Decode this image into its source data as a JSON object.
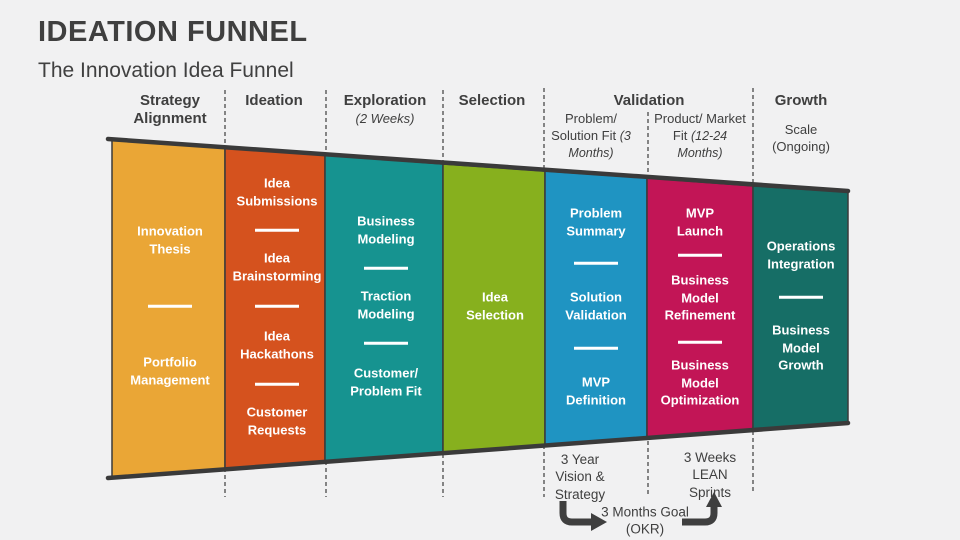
{
  "slide": {
    "title": "IDEATION FUNNEL",
    "subtitle": "The Innovation Idea Funnel"
  },
  "funnel": {
    "edge_color": "#3A3A3A",
    "columns": [
      {
        "header": "Strategy Alignment"
      },
      {
        "header": "Ideation"
      },
      {
        "header": "Exploration",
        "duration": "(2 Weeks)"
      },
      {
        "header": "Selection"
      },
      {
        "header": "Validation",
        "subcolumns": [
          {
            "name": "Problem/ Solution Fit",
            "duration": "(3 Months)"
          },
          {
            "name": "Product/ Market Fit",
            "duration": "(12-24 Months)"
          }
        ]
      },
      {
        "header": "Growth",
        "scope": "Scale (Ongoing)"
      }
    ],
    "segments": [
      {
        "stage": "strategy-alignment",
        "color": "#EAA636",
        "items": [
          "Innovation Thesis",
          "Portfolio Management"
        ]
      },
      {
        "stage": "ideation",
        "color": "#D5521E",
        "items": [
          "Idea Submissions",
          "Idea Brainstorming",
          "Idea Hackathons",
          "Customer Requests"
        ]
      },
      {
        "stage": "exploration",
        "color": "#169390",
        "items": [
          "Business Modeling",
          "Traction Modeling",
          "Customer/ Problem Fit"
        ]
      },
      {
        "stage": "selection",
        "color": "#87B01E",
        "items": [
          "Idea Selection"
        ]
      },
      {
        "stage": "validation-problem-solution-fit",
        "color": "#1F94C2",
        "items": [
          "Problem Summary",
          "Solution Validation",
          "MVP Definition"
        ]
      },
      {
        "stage": "validation-product-market-fit",
        "color": "#C21556",
        "items": [
          "MVP Launch",
          "Business Model Refinement",
          "Business Model Optimization"
        ]
      },
      {
        "stage": "growth",
        "color": "#166E66",
        "items": [
          "Operations Integration",
          "Business Model Growth"
        ]
      }
    ]
  },
  "annotations": {
    "vision": "3 Year Vision & Strategy",
    "goal": "3 Months Goal (OKR)",
    "sprints": "3 Weeks LEAN Sprints"
  }
}
